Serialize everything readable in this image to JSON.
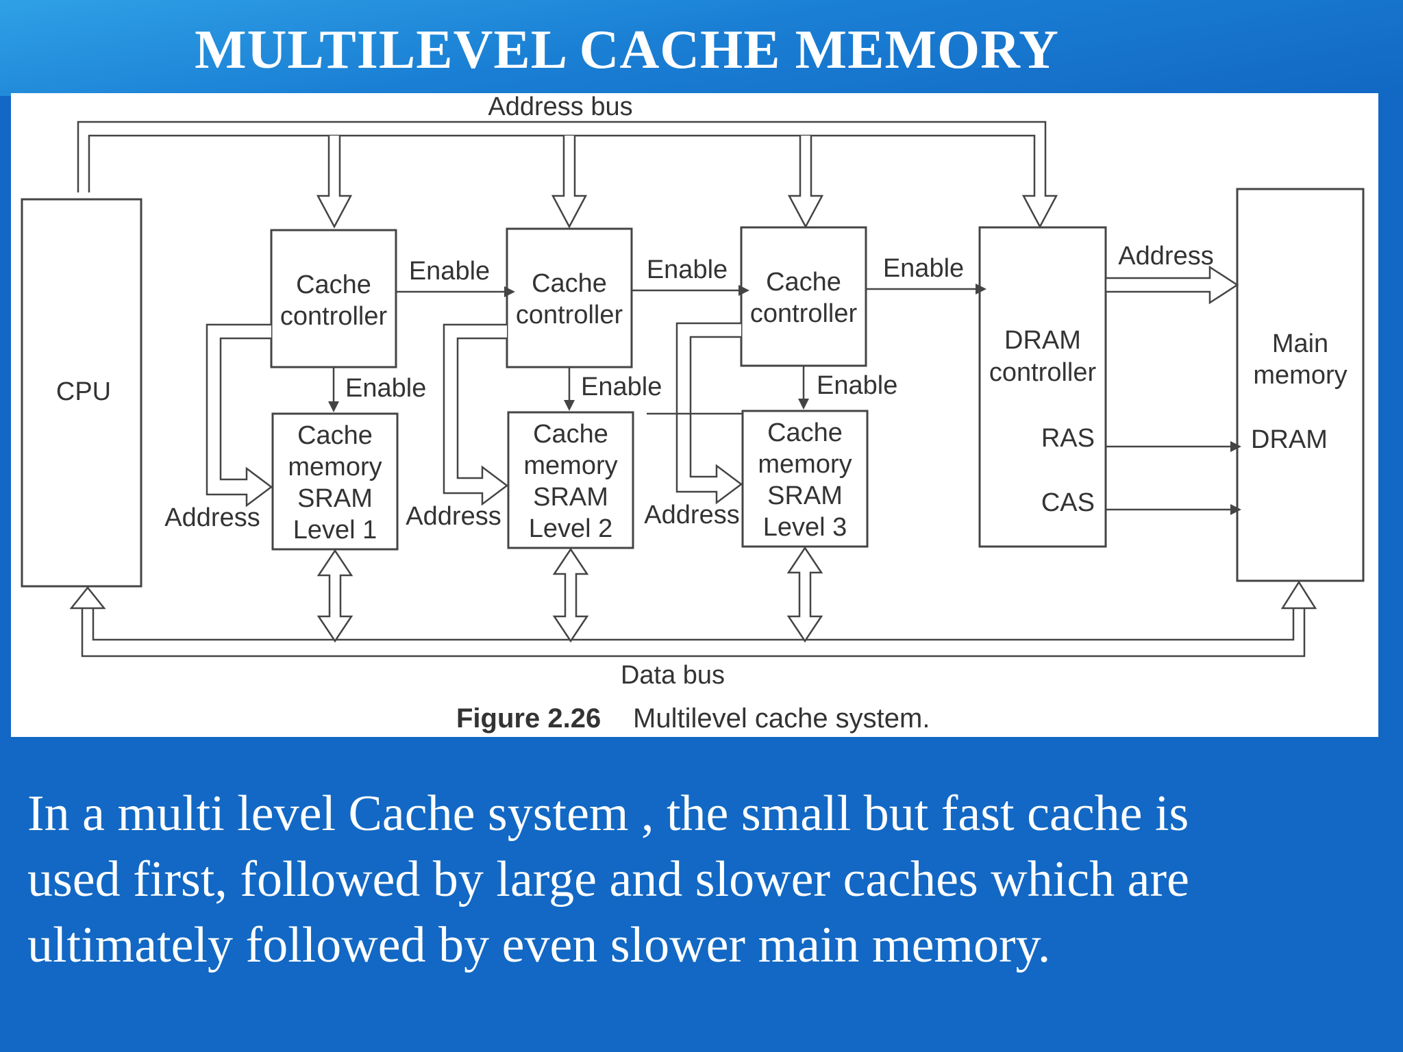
{
  "slide": {
    "title": "MULTILEVEL CACHE MEMORY",
    "body_lines": [
      "In a multi level Cache system , the  small but fast cache is",
      " used first, followed by large and slower caches which are",
      "ultimately followed by even slower main memory."
    ]
  },
  "diagram": {
    "address_bus": "Address bus",
    "data_bus": "Data bus",
    "cpu": "CPU",
    "levels": [
      {
        "controller_line1": "Cache",
        "controller_line2": "controller",
        "enable_out": "Enable",
        "enable_down": "Enable",
        "address": "Address",
        "memory_line1": "Cache",
        "memory_line2": "memory",
        "memory_line3": "SRAM",
        "memory_line4": "Level 1"
      },
      {
        "controller_line1": "Cache",
        "controller_line2": "controller",
        "enable_out": "Enable",
        "enable_down": "Enable",
        "address": "Address",
        "memory_line1": "Cache",
        "memory_line2": "memory",
        "memory_line3": "SRAM",
        "memory_line4": "Level 2"
      },
      {
        "controller_line1": "Cache",
        "controller_line2": "controller",
        "enable_out": "Enable",
        "enable_down": "Enable",
        "address": "Address",
        "memory_line1": "Cache",
        "memory_line2": "memory",
        "memory_line3": "SRAM",
        "memory_line4": "Level 3"
      }
    ],
    "dram_controller": {
      "line1": "DRAM",
      "line2": "controller",
      "ras": "RAS",
      "cas": "CAS",
      "address_out": "Address"
    },
    "main_memory": {
      "line1": "Main",
      "line2": "memory",
      "line3": "DRAM"
    },
    "caption_number": "Figure 2.26",
    "caption_text": "Multilevel cache system."
  }
}
